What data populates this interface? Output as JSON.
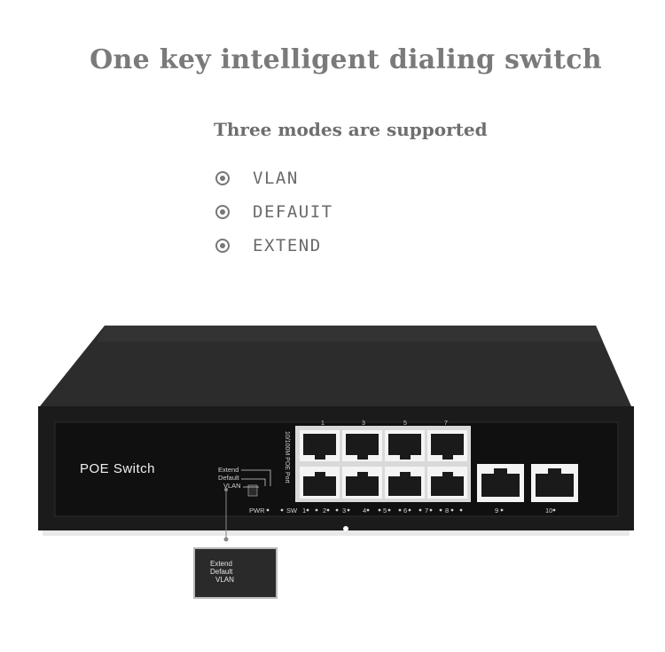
{
  "headline": "One key intelligent dialing switch",
  "subheadline": "Three modes are supported",
  "modes": [
    {
      "label": "VLAN"
    },
    {
      "label": "DEFAUIT"
    },
    {
      "label": "EXTEND"
    }
  ],
  "device": {
    "brand": "POE Switch",
    "dip_labels": [
      "Extend",
      "Default",
      "VLAN"
    ],
    "port_label": "10/100M POE Port",
    "indicator_labels": [
      "PWR",
      "SW",
      "1",
      "2",
      "3",
      "4",
      "5",
      "6",
      "7",
      "8",
      "9",
      "10"
    ],
    "top_port_numbers": [
      "1",
      "3",
      "5",
      "7"
    ],
    "colors": {
      "body": "#1c1c1c",
      "face": "#0f0f0f",
      "top": "#2b2b2b",
      "accent_text": "#7a7a7a"
    }
  },
  "inset": {
    "dip_labels": [
      "Extend",
      "Default",
      "VLAN"
    ]
  }
}
